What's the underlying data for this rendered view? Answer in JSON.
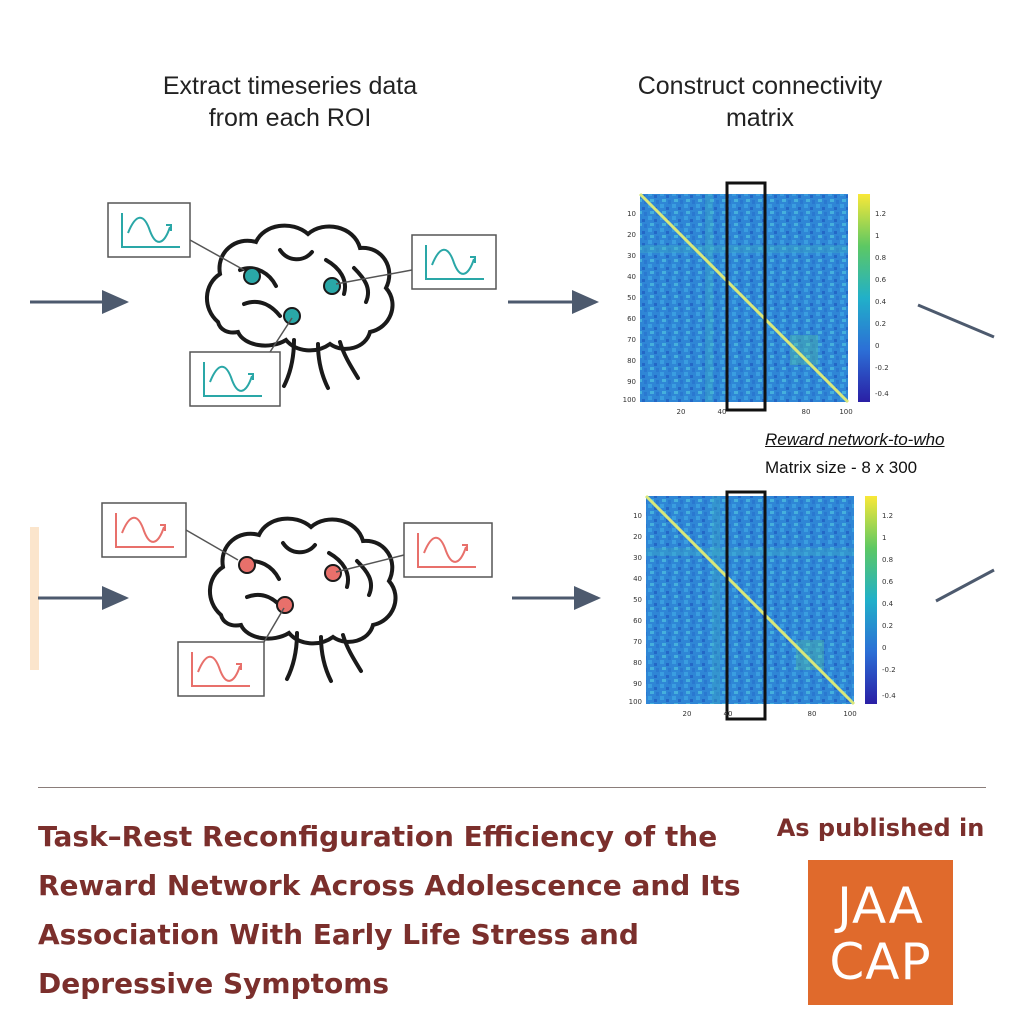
{
  "headings": {
    "extract": [
      "Extract timeseries data",
      "from each ROI"
    ],
    "construct": [
      "Construct connectivity",
      "matrix"
    ]
  },
  "matrix_labels": {
    "y_ticks": [
      "10",
      "20",
      "30",
      "40",
      "50",
      "60",
      "70",
      "80",
      "90",
      "100"
    ],
    "x_ticks": [
      "20",
      "40",
      "80",
      "100"
    ],
    "colorbar_ticks": [
      "1.2",
      "1",
      "0.8",
      "0.6",
      "0.4",
      "0.2",
      "0",
      "-0.2",
      "-0.4"
    ]
  },
  "reward_label": "Reward network-to-who",
  "matrix_size": "Matrix size - 8 x 300",
  "paper_title": "Task–Rest Reconfiguration Efficiency of the Reward Network Across Adolescence and Its Association With Early Life Stress and Depressive Symptoms",
  "published_label": "As published in",
  "journal_logo": {
    "line1": "JAA",
    "line2": "CAP"
  },
  "colors": {
    "teal_group": "#2aa7a7",
    "red_group": "#e8706b",
    "title_brown": "#7b2f2c",
    "logo_orange": "#e06a2c",
    "arrow": "#4d5a6e"
  },
  "icons": [
    "brain-icon",
    "timeseries-icon",
    "arrow-icon"
  ]
}
